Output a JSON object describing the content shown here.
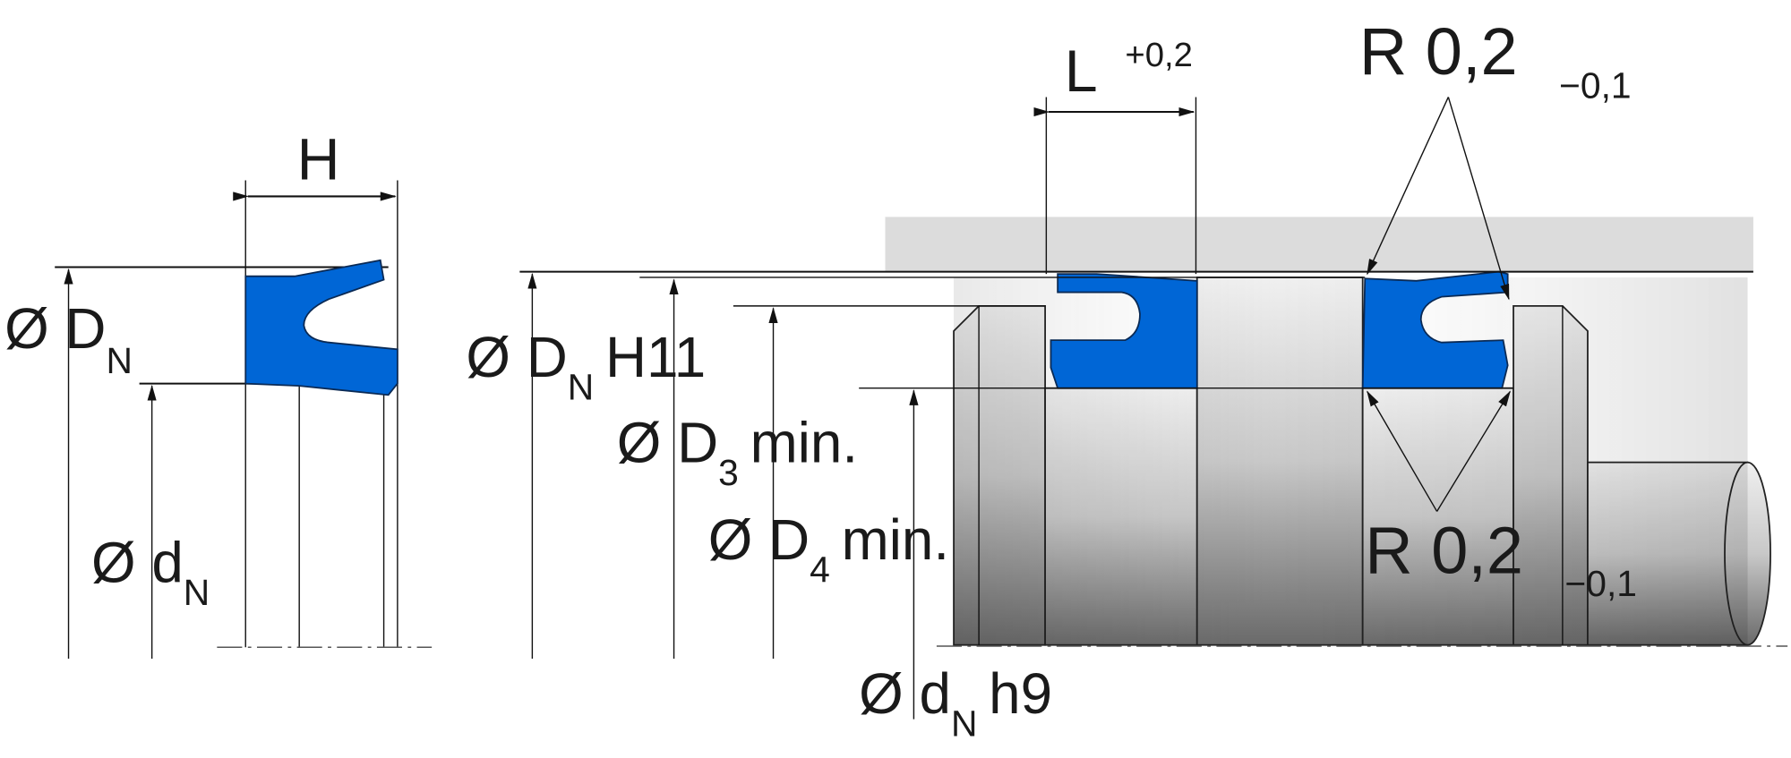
{
  "colors": {
    "seal": "#0066d6",
    "housing": "#dcdcdc",
    "body_light": "#ececec",
    "body_dark": "#6a6a6a"
  },
  "seal_view": {
    "width_label": "H",
    "outer_diameter": {
      "symbol": "Ø D",
      "sub": "N"
    },
    "inner_diameter": {
      "symbol": "Ø d",
      "sub": "N"
    }
  },
  "installation_view": {
    "groove_length": {
      "label": "L",
      "tolerance": "+0,2"
    },
    "radius_top": {
      "label": "R 0,2",
      "tolerance": "−0,1"
    },
    "radius_bottom": {
      "label": "R 0,2",
      "tolerance": "−0,1"
    },
    "bore": {
      "symbol": "Ø D",
      "sub": "N",
      "fit": "H11"
    },
    "d3": {
      "symbol": "Ø D",
      "sub": "3",
      "suffix": "min."
    },
    "d4": {
      "symbol": "Ø D",
      "sub": "4",
      "suffix": "min."
    },
    "rod": {
      "symbol": "Ø d",
      "sub": "N",
      "fit": "h9"
    }
  }
}
